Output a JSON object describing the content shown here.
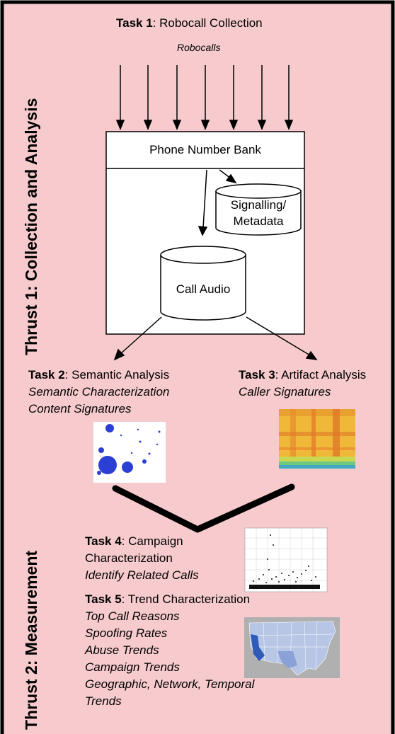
{
  "thrust1_label": "Thrust 1: Collection and Analysis",
  "thrust2_label": "Thrust 2: Measurement",
  "task1": {
    "label": "Task 1",
    "title": ": Robocall Collection",
    "input": "Robocalls"
  },
  "phone_bank": "Phone Number Bank",
  "signalling_db": [
    "Signalling/",
    "Metadata"
  ],
  "call_audio": "Call Audio",
  "task2": {
    "label": "Task 2",
    "title": ": Semantic Analysis",
    "items": [
      "Semantic Characterization",
      "Content Signatures"
    ]
  },
  "task3": {
    "label": "Task 3",
    "title": ": Artifact Analysis",
    "items": [
      "Caller Signatures"
    ]
  },
  "task4": {
    "label": "Task 4",
    "title_lines": [
      ": Campaign",
      "Characterization"
    ],
    "items": [
      "Identify Related Calls"
    ]
  },
  "task5": {
    "label": "Task 5",
    "title": ": Trend Characterization",
    "items": [
      "Top Call Reasons",
      "Spoofing Rates",
      "Abuse Trends",
      "Campaign Trends",
      "Geographic, Network, Temporal",
      "Trends"
    ]
  },
  "colors": {
    "background": "#f7cbcd",
    "frame": "#000000",
    "bubble": "#2b3fd4",
    "map_state": "#b8c6e6",
    "map_highlight": "#2e5ab8"
  }
}
